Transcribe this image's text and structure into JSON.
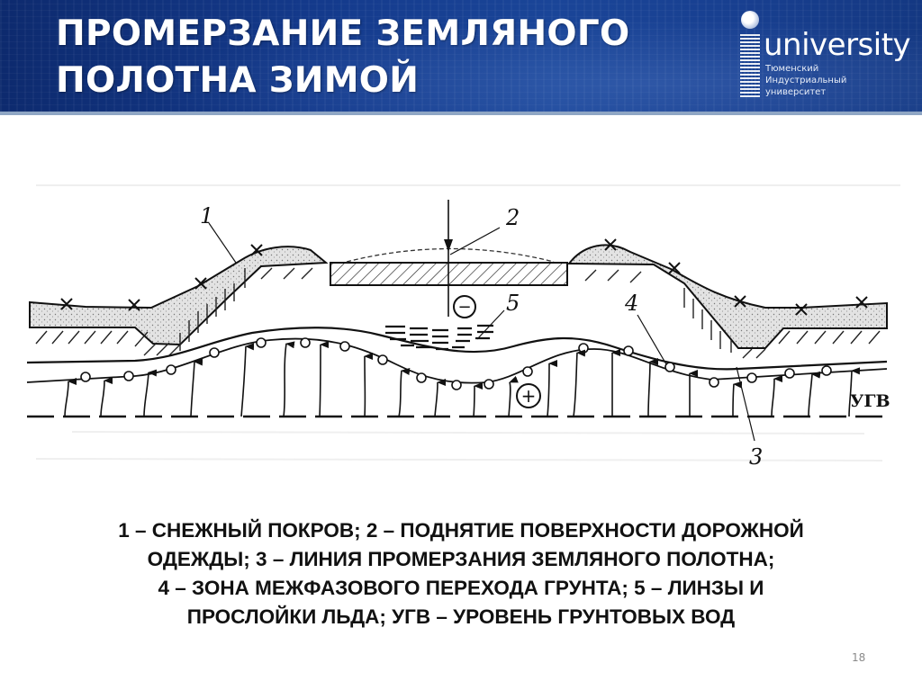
{
  "slide": {
    "title_lines": [
      "ПРОМЕРЗАНИЕ ЗЕМЛЯНОГО",
      "ПОЛОТНА ЗИМОЙ"
    ],
    "page_number": "18"
  },
  "logo": {
    "word": "university",
    "sub_lines": [
      "Тюменский",
      "Индустриальный",
      "университет"
    ],
    "icon": "globe-icon"
  },
  "diagram": {
    "labels": {
      "l1": "1",
      "l2": "2",
      "l3": "3",
      "l4": "4",
      "l5": "5",
      "ugv": "УГВ",
      "minus": "−",
      "plus": "+"
    },
    "colors": {
      "line": "#111111",
      "snow_fill": "#d9d9d9",
      "header_bg": "#143a8c"
    }
  },
  "caption": {
    "lines": [
      "1 – СНЕЖНЫЙ ПОКРОВ; 2 – ПОДНЯТИЕ ПОВЕРХНОСТИ ДОРОЖНОЙ",
      "ОДЕЖДЫ; 3 – ЛИНИЯ ПРОМЕРЗАНИЯ ЗЕМЛЯНОГО ПОЛОТНА;",
      "4 – ЗОНА МЕЖФАЗОВОГО ПЕРЕХОДА ГРУНТА; 5 – ЛИНЗЫ И",
      "ПРОСЛОЙКИ ЛЬДА; УГВ – УРОВЕНЬ ГРУНТОВЫХ ВОД"
    ]
  }
}
